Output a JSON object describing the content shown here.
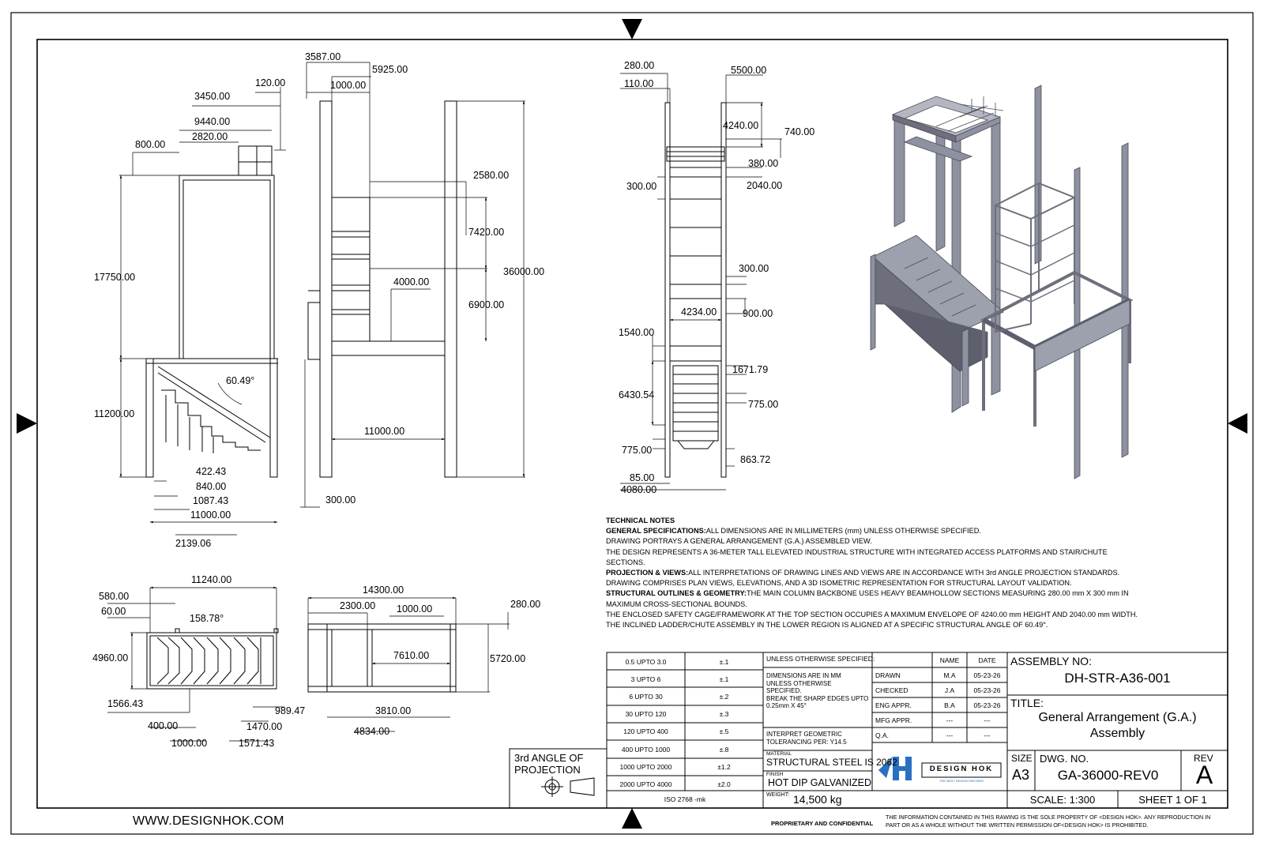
{
  "website": "WWW.DESIGNHOK.COM",
  "proprietary_label": "PROPRIETARY AND CONFIDENTIAL",
  "proprietary_text": "THE INFORMATION CONTAINED IN THIS RAWING IS THE SOLE PROPERTY OF <DESIGN HOK>.  ANY REPRODUCTION IN PART OR AS A WHOLE WITHOUT THE WRITTEN PERMISSION OF<DESIGN HOK> IS PROHIBITED.",
  "notes": {
    "title": "TECHNICAL NOTES",
    "gen_head": "GENERAL SPECIFICATIONS:",
    "gen_1": "ALL DIMENSIONS ARE IN MILLIMETERS (mm) UNLESS OTHERWISE SPECIFIED.",
    "gen_2": "DRAWING PORTRAYS A GENERAL ARRANGEMENT (G.A.) ASSEMBLED VIEW.",
    "gen_3": "THE DESIGN REPRESENTS A 36-METER TALL ELEVATED INDUSTRIAL STRUCTURE WITH INTEGRATED ACCESS PLATFORMS AND STAIR/CHUTE SECTIONS.",
    "proj_head": "PROJECTION & VIEWS:",
    "proj_1": "ALL INTERPRETATIONS OF DRAWING LINES AND VIEWS ARE IN ACCORDANCE WITH 3rd ANGLE PROJECTION STANDARDS.",
    "proj_2": "DRAWING COMPRISES PLAN VIEWS, ELEVATIONS, AND A 3D ISOMETRIC REPRESENTATION FOR STRUCTURAL LAYOUT VALIDATION.",
    "struct_head": "STRUCTURAL OUTLINES & GEOMETRY:",
    "struct_1": "THE MAIN COLUMN BACKBONE USES HEAVY BEAM/HOLLOW SECTIONS MEASURING 280.00 mm X 300 mm IN MAXIMUM CROSS-SECTIONAL BOUNDS.",
    "struct_2": "THE ENCLOSED SAFETY CAGE/FRAMEWORK AT THE TOP SECTION OCCUPIES A MAXIMUM ENVELOPE OF 4240.00 mm HEIGHT AND 2040.00 mm WIDTH.",
    "struct_3": "THE INCLINED LADDER/CHUTE ASSEMBLY IN THE LOWER REGION IS ALIGNED AT A SPECIFIC STRUCTURAL ANGLE OF 60.49°."
  },
  "tolerances": [
    [
      "0.5 UPTO 3.0",
      "±.1"
    ],
    [
      "3 UPTO 6",
      "±.1"
    ],
    [
      "6 UPTO 30",
      "±.2"
    ],
    [
      "30 UPTO 120",
      "±.3"
    ],
    [
      "120 UPTO 400",
      "±.5"
    ],
    [
      "400 UPTO 1000",
      "±.8"
    ],
    [
      "1000 UPTO 2000",
      "±1.2"
    ],
    [
      "2000 UPTO 4000",
      "±2.0"
    ]
  ],
  "iso_label": "ISO 2768 -mk",
  "projection_label_1": "3rd ANGLE OF",
  "projection_label_2": "PROJECTION",
  "unless_head": "UNLESS OTHERWISE SPECIFIED:",
  "unless_1": "DIMENSIONS ARE IN MM",
  "unless_2": "UNLESS OTHERWISE",
  "unless_3": "SPECIFIED.",
  "unless_4": "BREAK THE SHARP EDGES UPTO",
  "unless_5": "0.25mm X 45°",
  "interpret_1": "INTERPRET GEOMETRIC",
  "interpret_2": "TOLERANCING PER: Y14.5",
  "material_label": "MATERIAL",
  "material": "STRUCTURAL STEEL IS 2062",
  "finish_label": "FINISH",
  "finish": "HOT DIP GALVANIZED",
  "weight_label": "WEIGHT:",
  "weight": "14,500 kg",
  "approvals_head": {
    "name": "NAME",
    "date": "DATE"
  },
  "approvals": [
    [
      "DRAWN",
      "M.A",
      "05-23-26"
    ],
    [
      "CHECKED",
      "J.A",
      "05-23-26"
    ],
    [
      "ENG APPR.",
      "B.A",
      "05-23-26"
    ],
    [
      "MFG APPR.",
      "---",
      "---"
    ],
    [
      "Q.A.",
      "---",
      "---"
    ]
  ],
  "logo_text": "DESIGN HOK",
  "logo_tag": "THE BEST DESIGN PARTNER",
  "assembly_label": "ASSEMBLY NO:",
  "assembly_no": "DH-STR-A36-001",
  "title_label": "TITLE:",
  "title_1": "General Arrangement (G.A.)",
  "title_2": "Assembly",
  "size_label": "SIZE",
  "size": "A3",
  "dwg_label": "DWG.  NO.",
  "dwg_no": "GA-36000-REV0",
  "rev_label": "REV",
  "rev": "A",
  "scale": "SCALE: 1:300",
  "sheet": "SHEET 1 OF 1",
  "dims": {
    "d3587": "3587.00",
    "d5925": "5925.00",
    "d1000a": "1000.00",
    "d120": "120.00",
    "d3450": "3450.00",
    "d9440": "9440.00",
    "d2820": "2820.00",
    "d800": "800.00",
    "d17750": "17750.00",
    "d11200": "11200.00",
    "d6049": "60.49°",
    "d42243": "422.43",
    "d840": "840.00",
    "d108743": "1087.43",
    "d11000a": "11000.00",
    "d213906": "2139.06",
    "d2580": "2580.00",
    "d7420": "7420.00",
    "d36000": "36000.00",
    "d4000": "4000.00",
    "d6900": "6900.00",
    "d11000b": "11000.00",
    "d300a": "300.00",
    "d280a": "280.00",
    "d110": "110.00",
    "d5500": "5500.00",
    "d4240": "4240.00",
    "d740": "740.00",
    "d380": "380.00",
    "d300b": "300.00",
    "d2040": "2040.00",
    "d300c": "300.00",
    "d4234": "4234.00",
    "d900": "900.00",
    "d1540": "1540.00",
    "d167179": "1671.79",
    "d643054": "6430.54",
    "d775a": "775.00",
    "d775b": "775.00",
    "d86372": "863.72",
    "d85": "85.00",
    "d4080": "4080.00",
    "d11240": "11240.00",
    "d580": "580.00",
    "d60": "60.00",
    "d15878": "158.78°",
    "d4960": "4960.00",
    "d156643": "1566.43",
    "d98947": "989.47",
    "d400": "400.00",
    "d1470": "1470.00",
    "d1000b": "1000.00",
    "d157143": "1571.43",
    "d14300": "14300.00",
    "d2300": "2300.00",
    "d1000c": "1000.00",
    "d280b": "280.00",
    "d7610": "7610.00",
    "d5720": "5720.00",
    "d3810": "3810.00",
    "d4834": "4834.00"
  },
  "colors": {
    "steel": "#8e919f",
    "steel_dark": "#5d606c",
    "steel_light": "#b4b6c1",
    "logo_blue": "#2b6fc2"
  }
}
